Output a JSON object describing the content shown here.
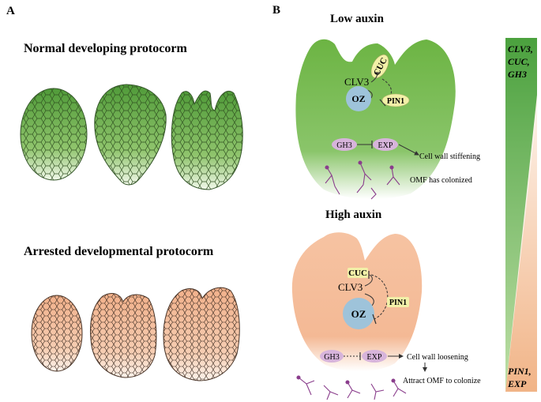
{
  "panel_a": {
    "label": "A",
    "normal_title": "Normal developing protocorm",
    "arrested_title": "Arrested developmental protocorm"
  },
  "panel_b": {
    "label": "B",
    "low": {
      "title": "Low auxin",
      "cuc": "CUC",
      "clv3": "CLV3",
      "oz": "OZ",
      "pin1": "PIN1",
      "gh3": "GH3",
      "exp": "EXP",
      "outcome": "Cell wall stiffening",
      "omf": "OMF has colonized"
    },
    "high": {
      "title": "High auxin",
      "cuc": "CUC",
      "clv3": "CLV3",
      "oz": "OZ",
      "pin1": "PIN1",
      "gh3": "GH3",
      "exp": "EXP",
      "outcome": "Cell wall loosening",
      "omf": "Attract OMF to colonize"
    }
  },
  "gradient_bar": {
    "top_label_1": "CLV3,",
    "top_label_2": "CUC,",
    "top_label_3": "GH3",
    "bottom_label_1": "PIN1,",
    "bottom_label_2": "EXP"
  },
  "colors": {
    "green": "#6fb54a",
    "green_light": "#a9d08e",
    "peach": "#f3b48c",
    "peach_light": "#fbe3d3",
    "oz_blue": "#8fbcd6",
    "label_yellow": "#f2f0a8",
    "label_purple": "#d9b7dc",
    "hyphae_purple": "#8a3d8c"
  }
}
